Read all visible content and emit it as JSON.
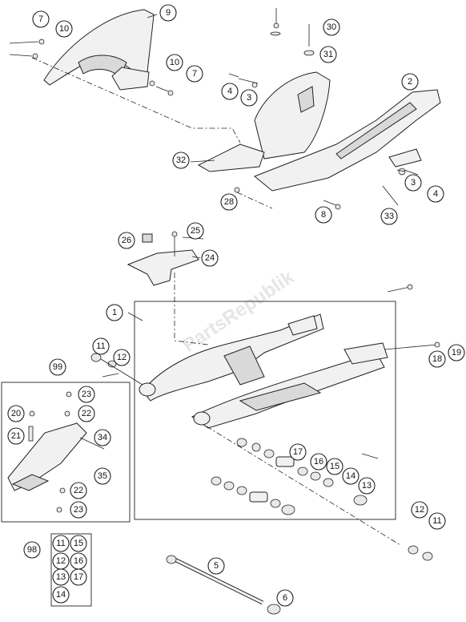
{
  "watermark": "PartsRepublik",
  "callouts": [
    {
      "id": "c7a",
      "label": "7"
    },
    {
      "id": "c10a",
      "label": "10"
    },
    {
      "id": "c9",
      "label": "9"
    },
    {
      "id": "c10b",
      "label": "10"
    },
    {
      "id": "c7b",
      "label": "7"
    },
    {
      "id": "c30",
      "label": "30"
    },
    {
      "id": "c31",
      "label": "31"
    },
    {
      "id": "c4a",
      "label": "4"
    },
    {
      "id": "c3a",
      "label": "3"
    },
    {
      "id": "c2",
      "label": "2"
    },
    {
      "id": "c32",
      "label": "32"
    },
    {
      "id": "c3b",
      "label": "3"
    },
    {
      "id": "c4b",
      "label": "4"
    },
    {
      "id": "c28",
      "label": "28"
    },
    {
      "id": "c8",
      "label": "8"
    },
    {
      "id": "c33",
      "label": "33"
    },
    {
      "id": "c26",
      "label": "26"
    },
    {
      "id": "c25",
      "label": "25"
    },
    {
      "id": "c24",
      "label": "24"
    },
    {
      "id": "c1",
      "label": "1"
    },
    {
      "id": "c11a",
      "label": "11"
    },
    {
      "id": "c12a",
      "label": "12"
    },
    {
      "id": "c18",
      "label": "18"
    },
    {
      "id": "c19",
      "label": "19"
    },
    {
      "id": "c99",
      "label": "99"
    },
    {
      "id": "c23a",
      "label": "23"
    },
    {
      "id": "c20",
      "label": "20"
    },
    {
      "id": "c22a",
      "label": "22"
    },
    {
      "id": "c21",
      "label": "21"
    },
    {
      "id": "c34",
      "label": "34"
    },
    {
      "id": "c35",
      "label": "35"
    },
    {
      "id": "c22b",
      "label": "22"
    },
    {
      "id": "c23b",
      "label": "23"
    },
    {
      "id": "c17",
      "label": "17"
    },
    {
      "id": "c16",
      "label": "16"
    },
    {
      "id": "c15",
      "label": "15"
    },
    {
      "id": "c14",
      "label": "14"
    },
    {
      "id": "c13",
      "label": "13"
    },
    {
      "id": "c12b",
      "label": "12"
    },
    {
      "id": "c11b",
      "label": "11"
    },
    {
      "id": "c98",
      "label": "98"
    },
    {
      "id": "k11",
      "label": "11"
    },
    {
      "id": "k15",
      "label": "15"
    },
    {
      "id": "k12",
      "label": "12"
    },
    {
      "id": "k16",
      "label": "16"
    },
    {
      "id": "k13",
      "label": "13"
    },
    {
      "id": "k17",
      "label": "17"
    },
    {
      "id": "k14",
      "label": "14"
    },
    {
      "id": "c5",
      "label": "5"
    },
    {
      "id": "c6",
      "label": "6"
    }
  ]
}
